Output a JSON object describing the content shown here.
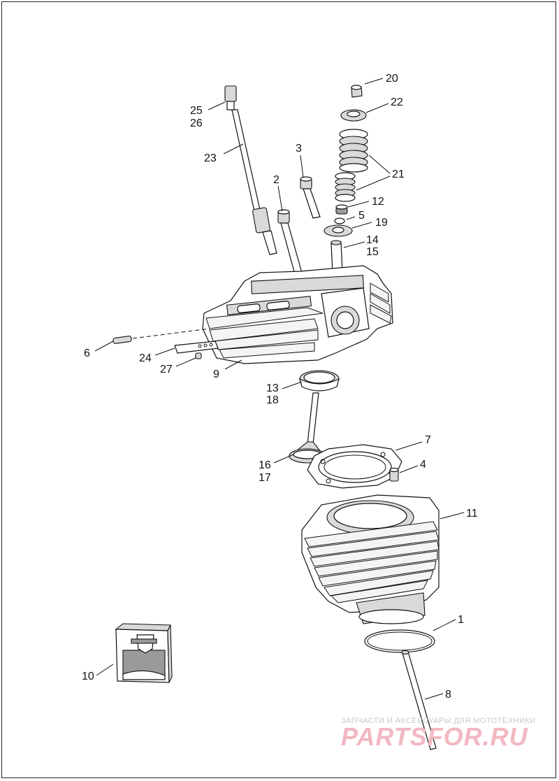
{
  "callouts": [
    {
      "id": "c20",
      "text": "20"
    },
    {
      "id": "c22",
      "text": "22"
    },
    {
      "id": "c25",
      "text": "25"
    },
    {
      "id": "c26",
      "text": "26"
    },
    {
      "id": "c3",
      "text": "3"
    },
    {
      "id": "c23",
      "text": "23"
    },
    {
      "id": "c21",
      "text": "21"
    },
    {
      "id": "c2",
      "text": "2"
    },
    {
      "id": "c12",
      "text": "12"
    },
    {
      "id": "c5",
      "text": "5"
    },
    {
      "id": "c19",
      "text": "19"
    },
    {
      "id": "c14",
      "text": "14"
    },
    {
      "id": "c15",
      "text": "15"
    },
    {
      "id": "c6",
      "text": "6"
    },
    {
      "id": "c24",
      "text": "24"
    },
    {
      "id": "c27",
      "text": "27"
    },
    {
      "id": "c9",
      "text": "9"
    },
    {
      "id": "c13",
      "text": "13"
    },
    {
      "id": "c18",
      "text": "18"
    },
    {
      "id": "c7",
      "text": "7"
    },
    {
      "id": "c16",
      "text": "16"
    },
    {
      "id": "c4",
      "text": "4"
    },
    {
      "id": "c17",
      "text": "17"
    },
    {
      "id": "c11",
      "text": "11"
    },
    {
      "id": "c1",
      "text": "1"
    },
    {
      "id": "c10",
      "text": "10"
    },
    {
      "id": "c8",
      "text": "8"
    }
  ],
  "watermark": {
    "tagline": "ЗАПЧАСТИ И АКСЕССУАРЫ ДЛЯ МОТОТЕХНИКИ",
    "brand": "PARTSFOR.RU"
  },
  "colors": {
    "line": "#111111",
    "watermark_brand": "#f2b8c2",
    "watermark_tagline": "#c9c9c9"
  }
}
